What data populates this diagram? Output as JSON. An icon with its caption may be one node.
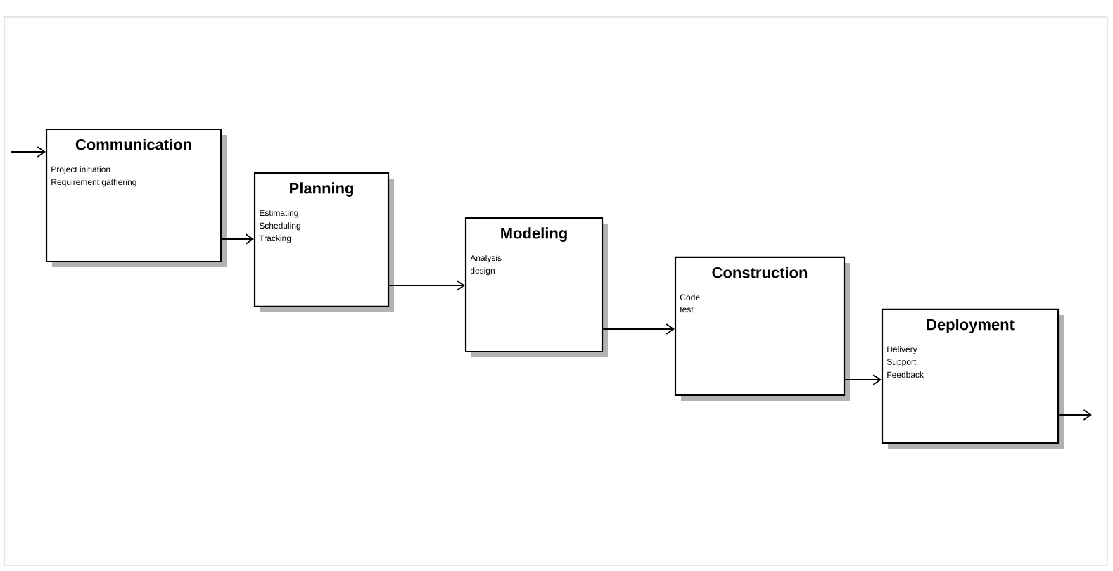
{
  "diagram": {
    "nodes": [
      {
        "text": [
          "Communication",
          "Project initiation",
          "Requirement gathering"
        ]
      },
      {
        "text": [
          "Planning",
          "Estimating",
          "Scheduling",
          "Tracking"
        ]
      },
      {
        "text": [
          "Modeling",
          "Analysis",
          "design"
        ]
      },
      {
        "text": [
          "Construction",
          "Code",
          "test"
        ]
      },
      {
        "text": [
          "Deployment",
          "Delivery",
          "Support",
          "Feedback"
        ]
      }
    ],
    "edges": [
      {
        "from": null,
        "to": 0,
        "arrow": "to"
      },
      {
        "from": 0,
        "to": 1,
        "arrow": "to"
      },
      {
        "from": 1,
        "to": 2,
        "arrow": "to"
      },
      {
        "from": 2,
        "to": 3,
        "arrow": "to"
      },
      {
        "from": 3,
        "to": 4,
        "arrow": "to"
      },
      {
        "from": 4,
        "to": null,
        "arrow": "to"
      }
    ]
  }
}
